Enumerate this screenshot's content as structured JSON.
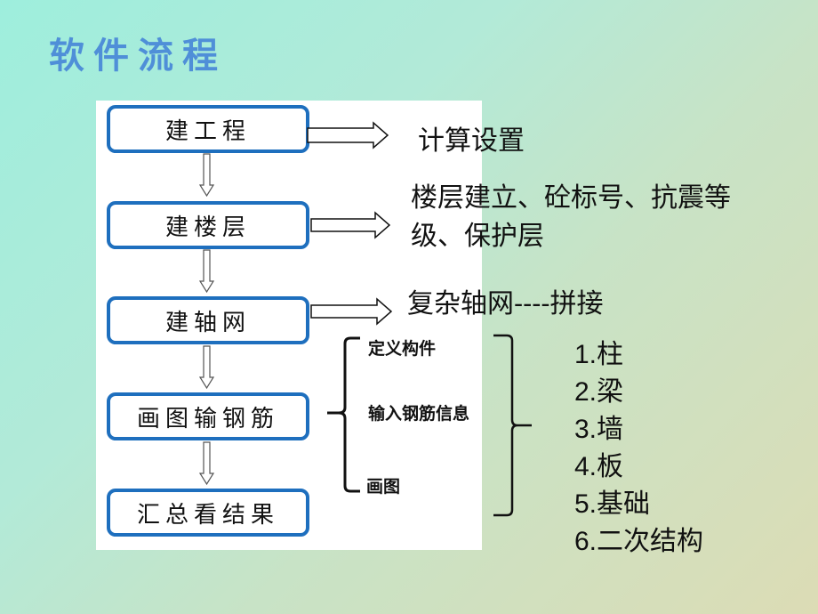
{
  "title": "软件流程",
  "flow": {
    "steps": [
      "建工程",
      "建楼层",
      "建轴网",
      "画图输钢筋",
      "汇总看结果"
    ]
  },
  "notes": {
    "step1": "计算设置",
    "step2_line1": "楼层建立、砼标号、抗震等",
    "step2_line2": "级、保护层",
    "step3": "复杂轴网----拼接"
  },
  "sub_steps": [
    "定义构件",
    "输入钢筋信息",
    "画图"
  ],
  "components": [
    "1.柱",
    "2.梁",
    "3.墙",
    "4.板",
    "5.基础",
    "6.二次结构"
  ],
  "colors": {
    "title": "#4f8fd8",
    "box_border": "#1e6fbe"
  }
}
